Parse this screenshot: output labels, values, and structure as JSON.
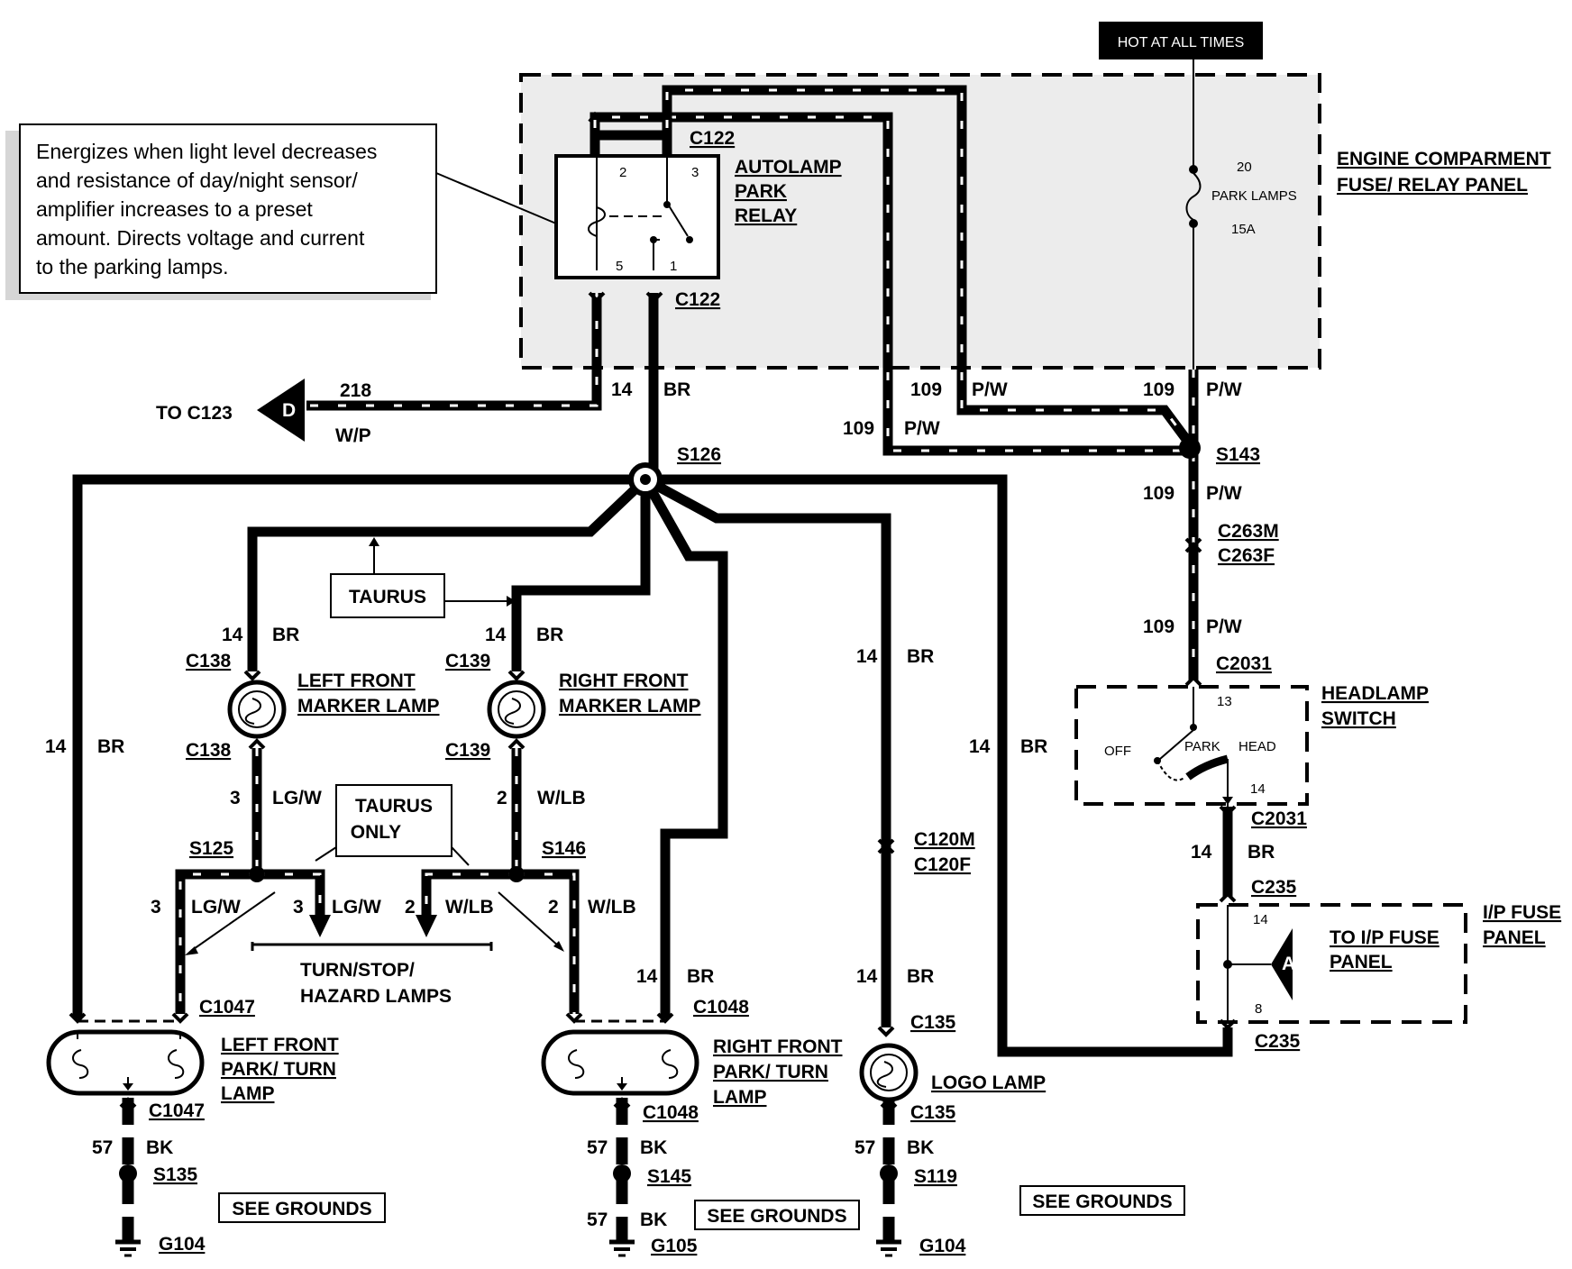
{
  "power": {
    "hot": "HOT AT ALL TIMES"
  },
  "note": {
    "lines": [
      "Energizes when light level decreases",
      "and resistance of day/night sensor/",
      "amplifier increases to a preset",
      "amount.  Directs voltage and current",
      "to the parking lamps."
    ]
  },
  "panel": {
    "line1": "ENGINE COMPARMENT",
    "line2": "FUSE/ RELAY PANEL"
  },
  "fuse": {
    "num": "20",
    "name": "PARK LAMPS",
    "amp": "15A"
  },
  "relay": {
    "line1": "AUTOLAMP",
    "line2": "PARK",
    "line3": "RELAY",
    "p2": "2",
    "p3": "3",
    "p5": "5",
    "p1": "1"
  },
  "connectors": {
    "c122": "C122",
    "c123_to": "TO C123",
    "s126": "S126",
    "s143": "S143",
    "c263m": "C263M",
    "c263f": "C263F",
    "c2031": "C2031",
    "c138": "C138",
    "c139": "C139",
    "s125": "S125",
    "s146": "S146",
    "c1047": "C1047",
    "c1048": "C1048",
    "c120m": "C120M",
    "c120f": "C120F",
    "c135": "C135",
    "c235": "C235",
    "s135": "S135",
    "s145": "S145",
    "s119": "S119",
    "g104": "G104",
    "g105": "G105"
  },
  "wires": {
    "n14": "14",
    "br": "BR",
    "n218": "218",
    "wp": "W/P",
    "n109": "109",
    "pw": "P/W",
    "n3": "3",
    "lgw": "LG/W",
    "n2": "2",
    "wlb": "W/LB",
    "n57": "57",
    "bk": "BK"
  },
  "components": {
    "taurus": "TAURUS",
    "taurus_only_1": "TAURUS",
    "taurus_only_2": "ONLY",
    "lf_marker_1": "LEFT FRONT",
    "lf_marker_2": "MARKER LAMP",
    "rf_marker_1": "RIGHT FRONT",
    "rf_marker_2": "MARKER LAMP",
    "turn_1": "TURN/STOP/",
    "turn_2": "HAZARD LAMPS",
    "lf_park_1": "LEFT FRONT",
    "lf_park_2": "PARK/ TURN",
    "lf_park_3": "LAMP",
    "rf_park_1": "RIGHT FRONT",
    "rf_park_2": "PARK/ TURN",
    "rf_park_3": "LAMP",
    "logo": "LOGO LAMP",
    "see_grounds": "SEE GROUNDS",
    "hl_1": "HEADLAMP",
    "hl_2": "SWITCH",
    "off": "OFF",
    "park": "PARK",
    "head": "HEAD",
    "p13": "13",
    "p14": "14",
    "ip_1": "I/P FUSE",
    "ip_2": "PANEL",
    "to_ip_1": "TO I/P FUSE",
    "to_ip_2": "PANEL",
    "ip_p14": "14",
    "ip_p8": "8",
    "flag_d": "D",
    "flag_a": "A"
  }
}
